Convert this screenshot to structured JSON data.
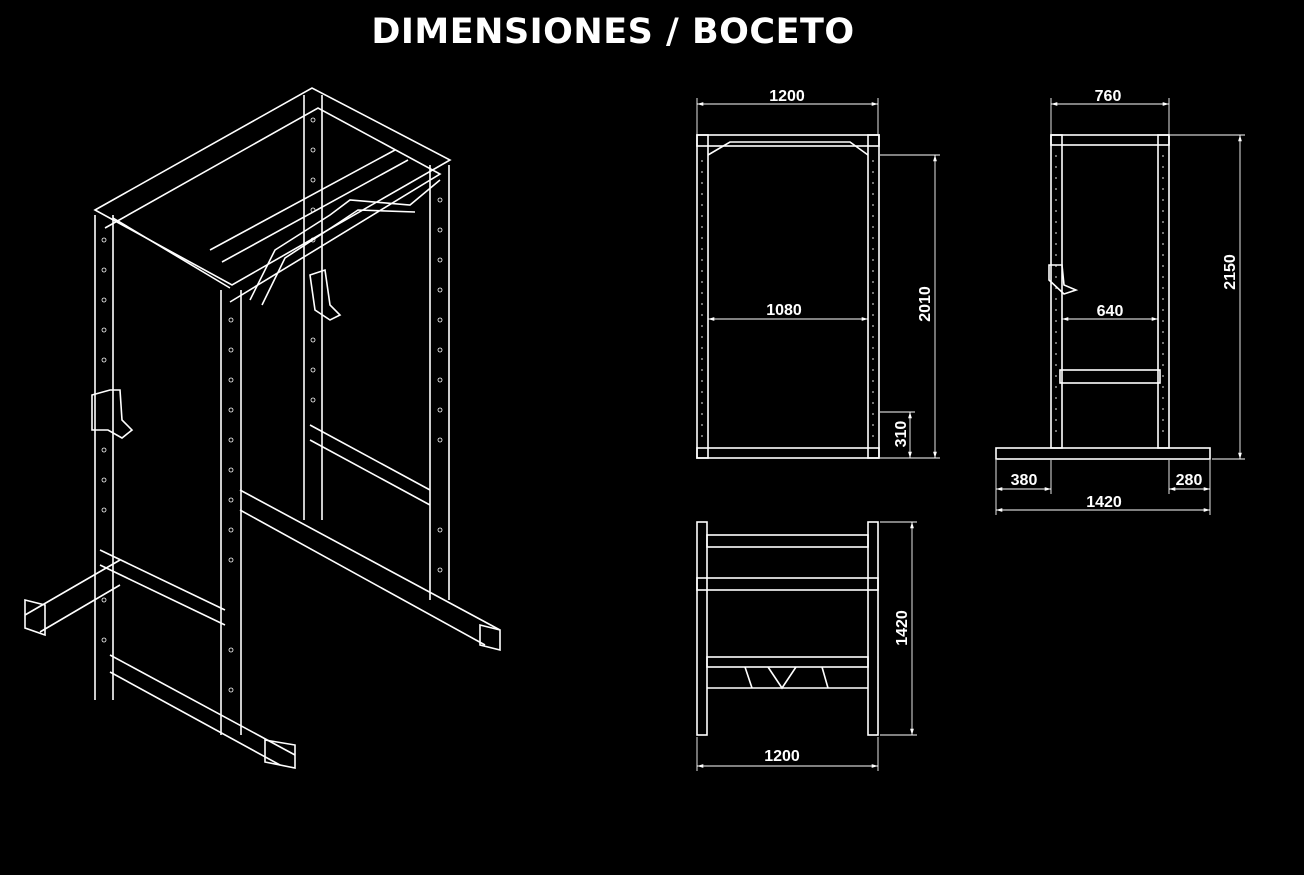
{
  "title": "DIMENSIONES / BOCETO",
  "front_view": {
    "width_outer": "1200",
    "width_inner": "1080",
    "height": "2010",
    "base_offset": "310"
  },
  "side_view": {
    "depth": "760",
    "inner_depth": "640",
    "height": "2150",
    "foot_front": "380",
    "foot_back": "280",
    "foot_total": "1420"
  },
  "top_view": {
    "depth": "1420",
    "width": "1200"
  },
  "colors": {
    "background": "#000000",
    "lines": "#ffffff"
  }
}
